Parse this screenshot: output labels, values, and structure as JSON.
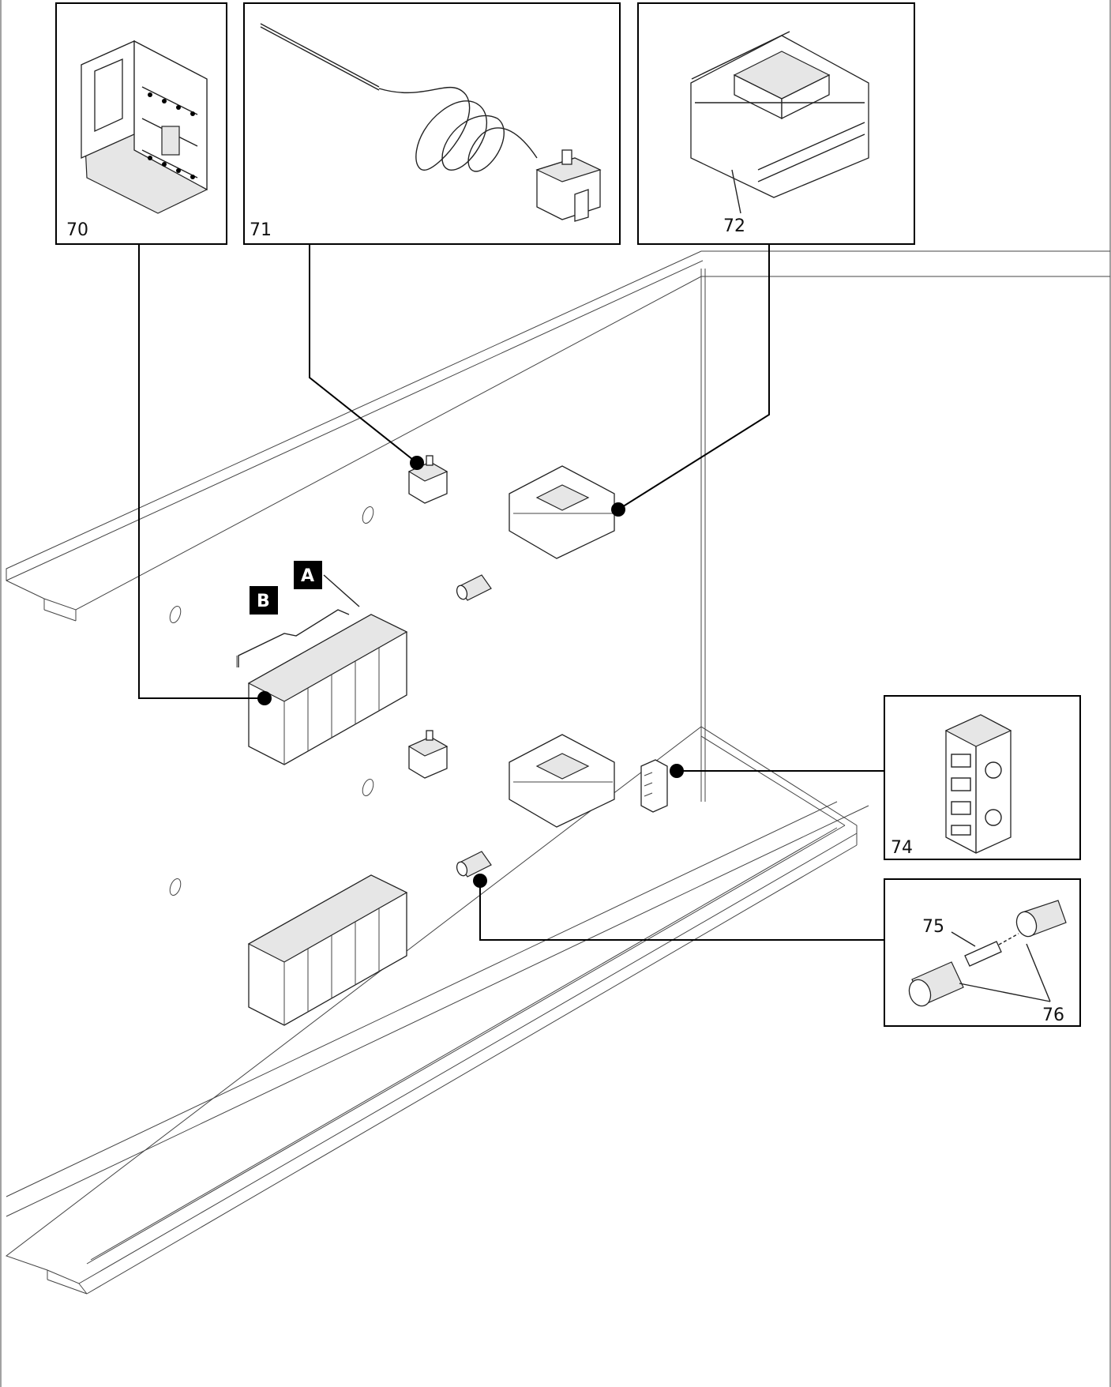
{
  "callouts": {
    "contactor": "70",
    "thermostat": "71",
    "transformer": "72",
    "terminal_block": "74",
    "fuse": "75",
    "fuse_holder": "76"
  },
  "tags": {
    "a": "A",
    "b": "B"
  },
  "colors": {
    "line": "#000000",
    "panel": "#444444",
    "tag_fill": "#000000",
    "tag_text": "#ffffff",
    "shade": "#e6e6e6"
  },
  "icons": [
    "contactor-icon",
    "thermostat-icon",
    "transformer-icon",
    "terminal-block-icon",
    "fuse-icon",
    "fuse-holder-icon"
  ]
}
